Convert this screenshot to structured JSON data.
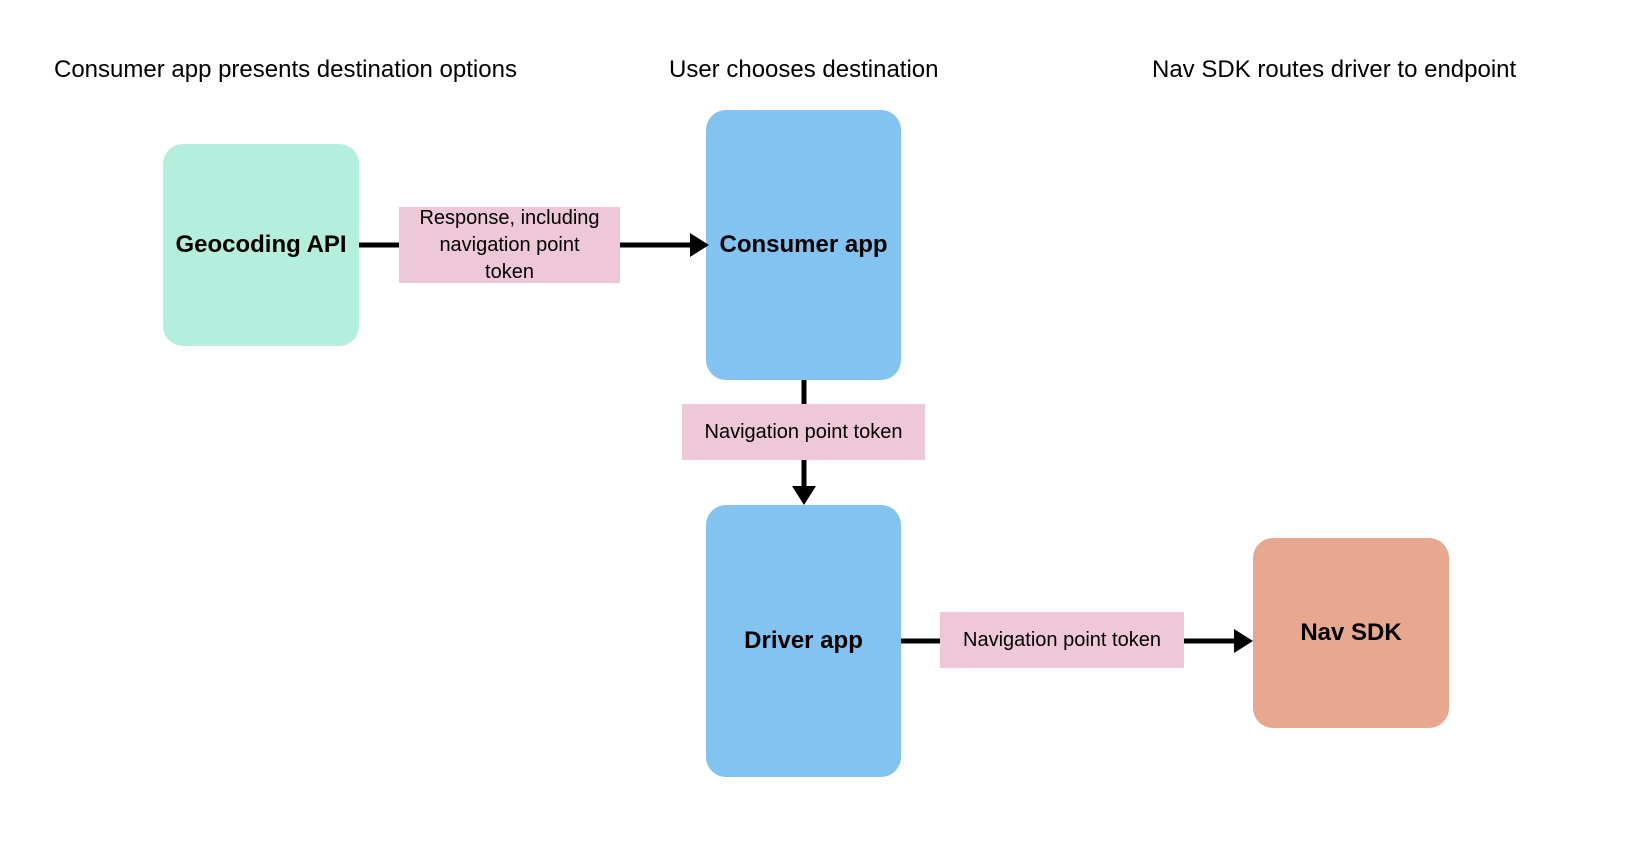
{
  "diagram": {
    "background_color": "#ffffff",
    "columns": [
      {
        "label": "Consumer app presents destination options"
      },
      {
        "label": "User chooses destination"
      },
      {
        "label": "Nav SDK routes driver to endpoint"
      }
    ],
    "nodes": [
      {
        "id": "geocoding-api",
        "label": "Geocoding API",
        "color": "#b3efdc"
      },
      {
        "id": "consumer-app",
        "label": "Consumer app",
        "color": "#83c3f0"
      },
      {
        "id": "driver-app",
        "label": "Driver app",
        "color": "#83c3f0"
      },
      {
        "id": "nav-sdk",
        "label": "Nav SDK",
        "color": "#e8a88f"
      }
    ],
    "edge_labels": [
      {
        "id": "response-label",
        "lines": [
          "Response, including",
          "navigation point",
          "token"
        ],
        "color": "#eec7d8"
      },
      {
        "id": "nav-token-mid",
        "lines": [
          "Navigation point token"
        ],
        "color": "#eec7d8"
      },
      {
        "id": "nav-token-bottom",
        "lines": [
          "Navigation point token"
        ],
        "color": "#eec7d8"
      }
    ],
    "edges": [
      {
        "from": "geocoding-api",
        "to": "consumer-app",
        "direction": "right",
        "label": "response-label"
      },
      {
        "from": "consumer-app",
        "to": "driver-app",
        "direction": "down",
        "label": "nav-token-mid"
      },
      {
        "from": "driver-app",
        "to": "nav-sdk",
        "direction": "right",
        "label": "nav-token-bottom"
      }
    ],
    "arrow_color": "#000000"
  }
}
